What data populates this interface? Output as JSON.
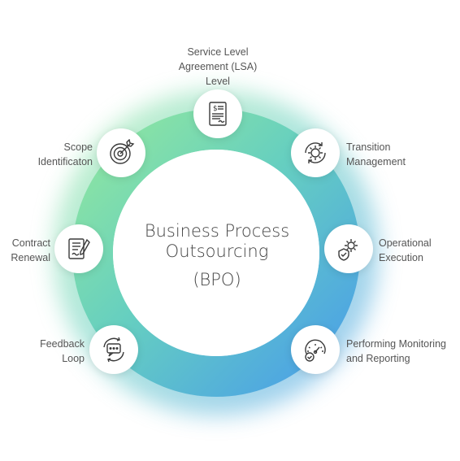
{
  "center": {
    "title_line1": "Business Process",
    "title_line2": "Outsourcing",
    "title_line3": "(BPO)"
  },
  "colors": {
    "ring_start": "#8ee4a3",
    "ring_mid": "#5fc9c6",
    "ring_end": "#4aa3e6",
    "icon_stroke": "#3a3a3a"
  },
  "steps": [
    {
      "label": "Service Level\nAgreement (LSA)\nLevel",
      "icon": "document-dollar-icon"
    },
    {
      "label": "Transition\nManagement",
      "icon": "gear-cycle-icon"
    },
    {
      "label": "Operational\nExecution",
      "icon": "gears-shield-icon"
    },
    {
      "label": "Performing Monitoring\nand Reporting",
      "icon": "gauge-check-icon"
    },
    {
      "label": "Feedback\nLoop",
      "icon": "chat-cycle-icon"
    },
    {
      "label": "Contract\nRenewal",
      "icon": "contract-pen-icon"
    },
    {
      "label": "Scope\nIdentificaton",
      "icon": "target-arrow-icon"
    }
  ]
}
